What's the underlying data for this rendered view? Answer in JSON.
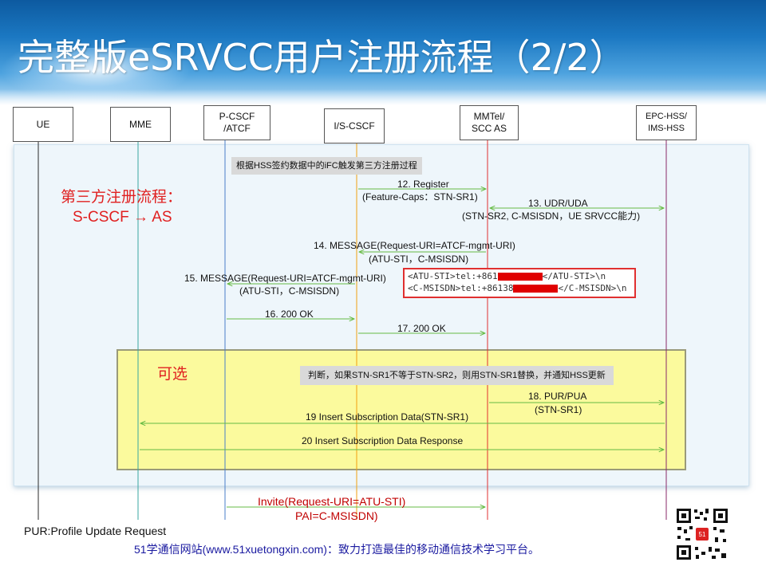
{
  "title": "完整版eSRVCC用户注册流程（2/2）",
  "entities": {
    "ue": "UE",
    "mme": "MME",
    "pcscf_l1": "P-CSCF",
    "pcscf_l2": "/ATCF",
    "iscscf": "I/S-CSCF",
    "mmtel_l1": "MMTel/",
    "mmtel_l2": "SCC AS",
    "hss_l1": "EPC-HSS/",
    "hss_l2": "IMS-HSS"
  },
  "notes": {
    "ifc": "根据HSS签约数据中的iFC触发第三方注册过程",
    "judge": "判断，如果STN-SR1不等于STN-SR2，则用STN-SR1替换，并通知HSS更新"
  },
  "third_party": {
    "line1": "第三方注册流程：",
    "line2": "S-CSCF → AS"
  },
  "optional": "可选",
  "messages": {
    "m12_l1": "12. Register",
    "m12_l2": "(Feature-Caps：STN-SR1)",
    "m13_l1": "13. UDR/UDA",
    "m13_l2": "(STN-SR2, C-MSISDN，UE SRVCC能力)",
    "m14_l1": "14. MESSAGE(Request-URI=ATCF-mgmt-URI)",
    "m14_l2": "(ATU-STI，C-MSISDN)",
    "m15_l1": "15. MESSAGE(Request-URI=ATCF-mgmt-URI)",
    "m15_l2": "(ATU-STI，C-MSISDN)",
    "m16": "16. 200 OK",
    "m17": "17. 200 OK",
    "m18_l1": "18. PUR/PUA",
    "m18_l2": "(STN-SR1)",
    "m19": "19 Insert Subscription Data(STN-SR1)",
    "m20": "20 Insert Subscription Data Response"
  },
  "code": {
    "l1_open": "<ATU-STI>tel:+861",
    "l1_close": "</ATU-STI>\\n",
    "l2_open": "<C-MSISDN>tel:+86138",
    "l2_close": "</C-MSISDN>\\n"
  },
  "invite": {
    "l1": "Invite(Request-URI=ATU-STI)",
    "l2": "PAI=C-MSISDN)"
  },
  "pur_note": "PUR:Profile Update Request",
  "footer": "51学通信网站(www.51xuetongxin.com)：致力打造最佳的移动通信技术学习平台。",
  "qr_logo": "51",
  "colors": {
    "ue_line": "#2a2a2a",
    "mme_line": "#3aa7a0",
    "pcscf_line": "#4a7fc8",
    "iscscf_line": "#f0a010",
    "mmtel_line": "#e03030",
    "hss_line": "#8a2a6a",
    "arrow": "#66bb44",
    "accent_red": "#e02020"
  }
}
